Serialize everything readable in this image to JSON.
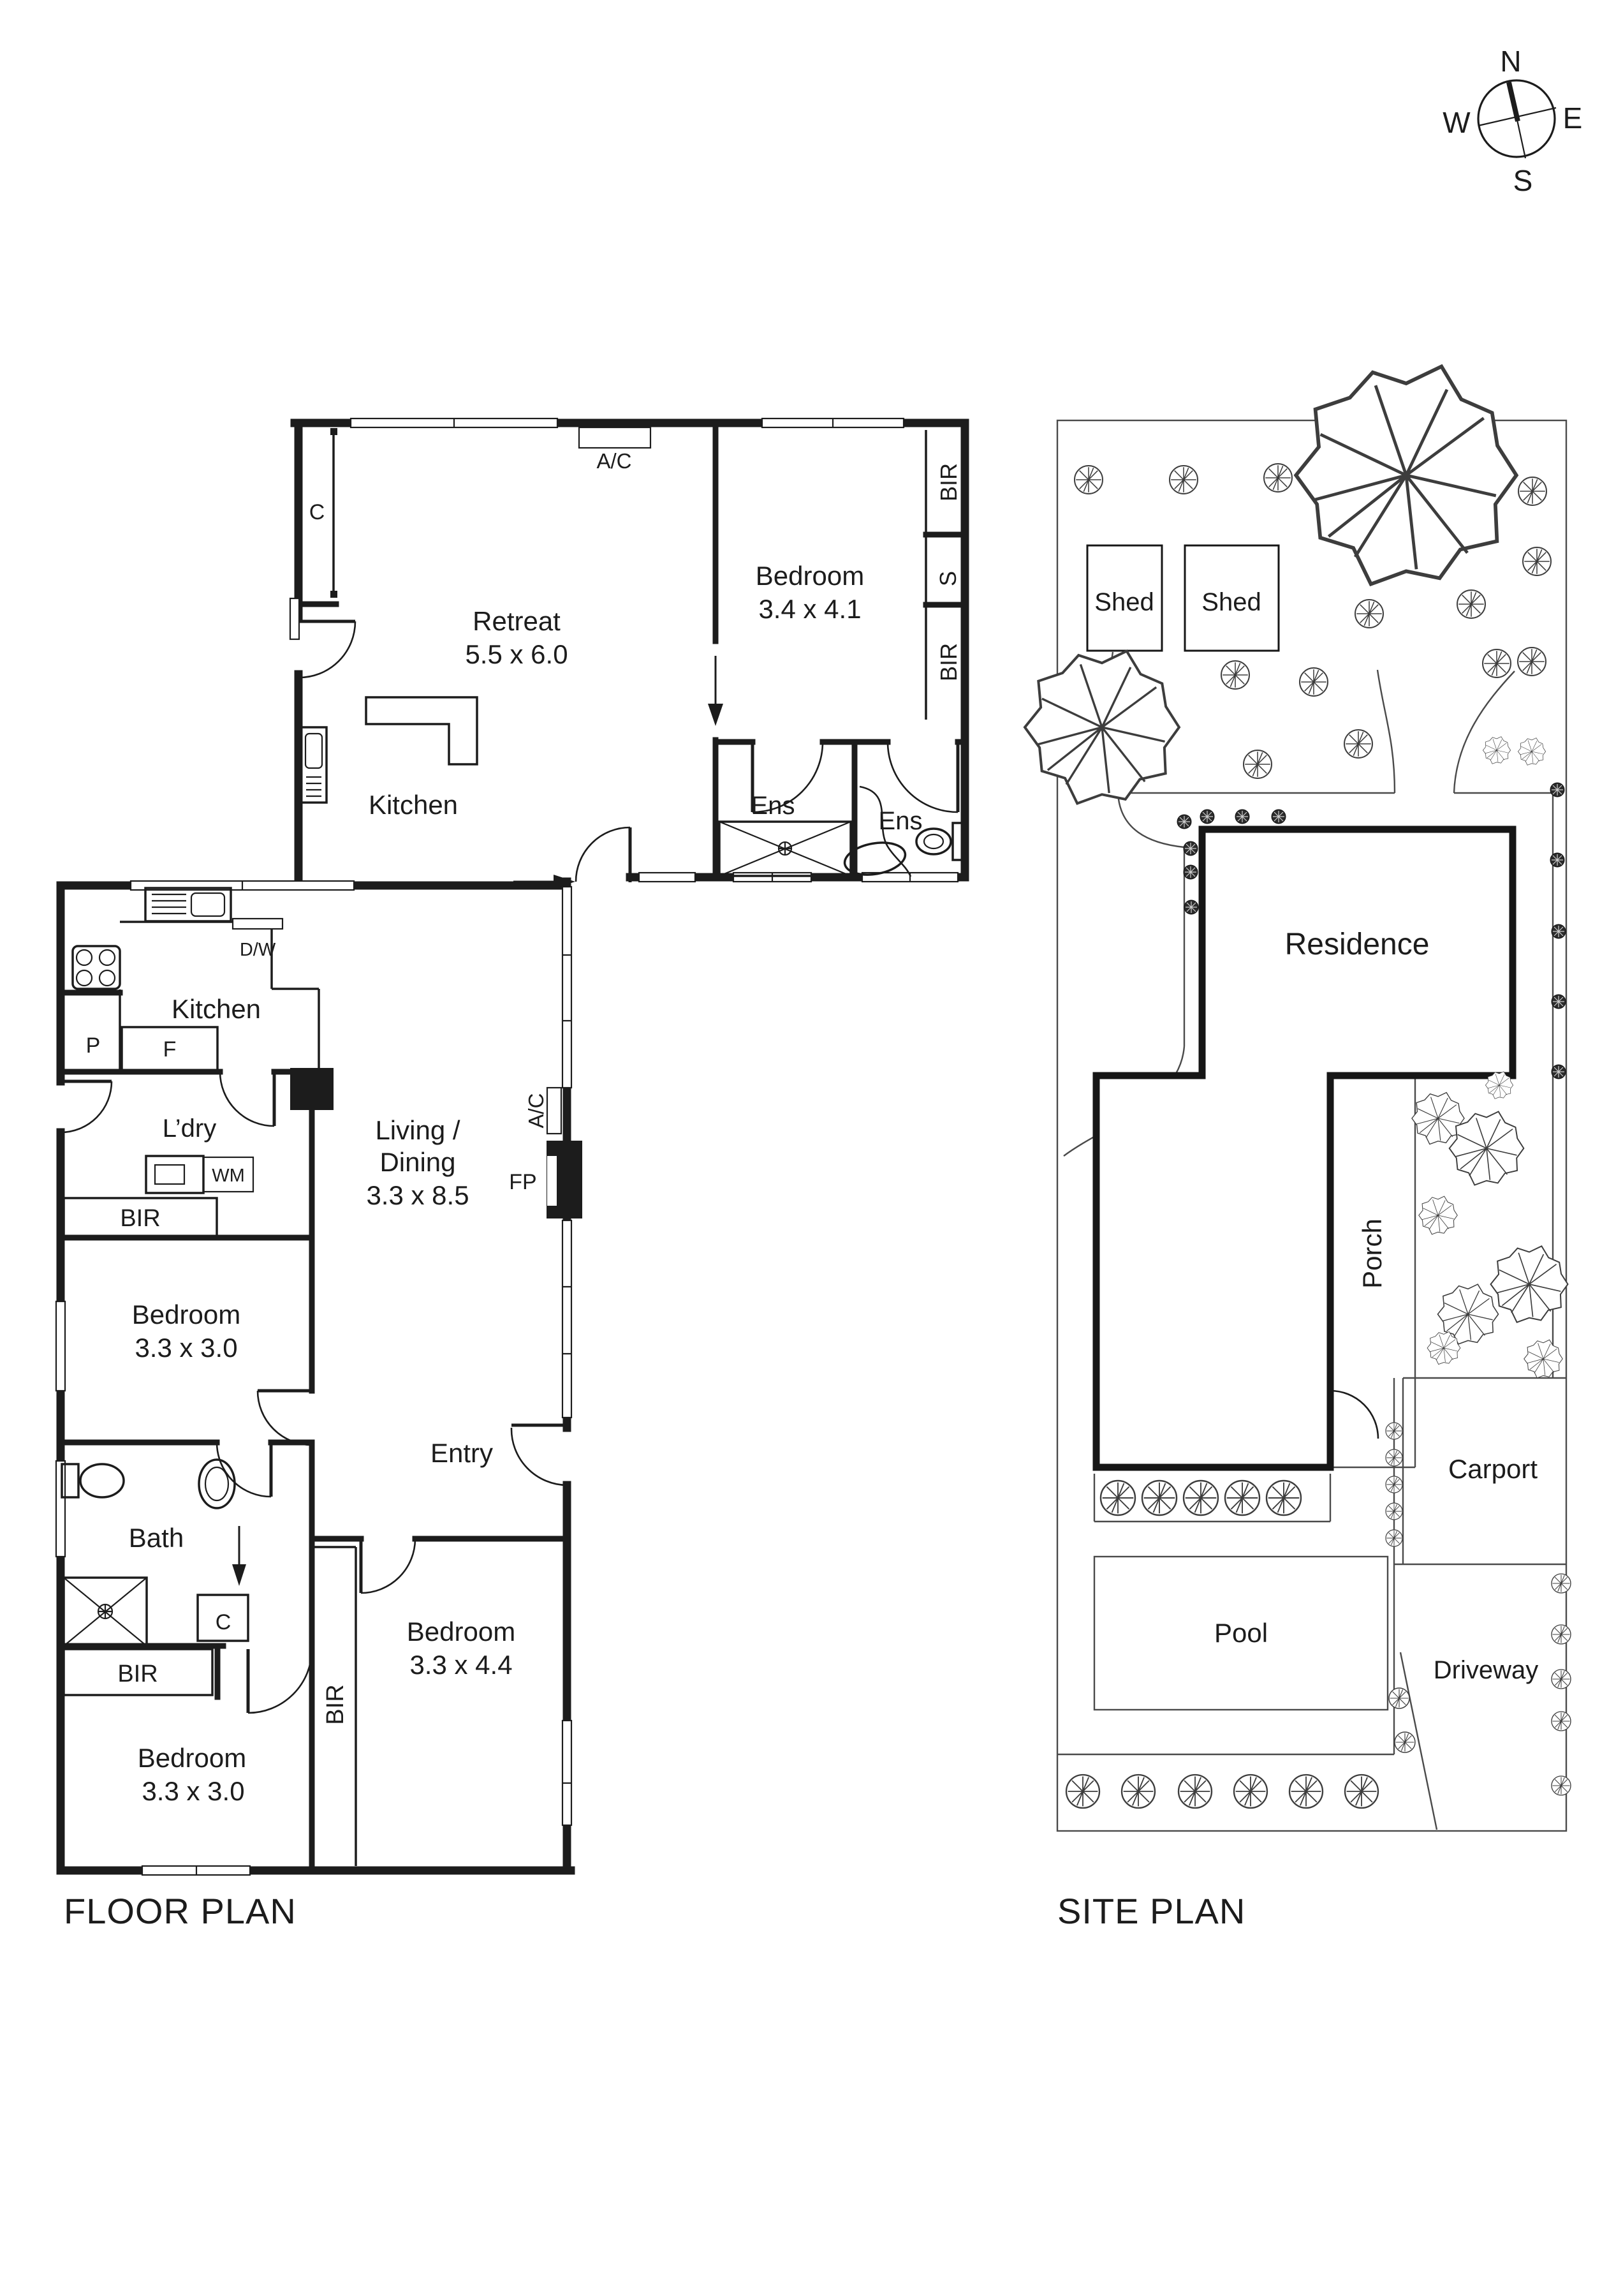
{
  "titles": {
    "floor_plan": "FLOOR PLAN",
    "site_plan": "SITE PLAN"
  },
  "compass": {
    "north": "N",
    "east": "E",
    "south": "S",
    "west": "W"
  },
  "floor_plan": {
    "rooms": {
      "retreat": {
        "name": "Retreat",
        "dims": "5.5 x 6.0"
      },
      "bedroom1": {
        "name": "Bedroom",
        "dims": "3.4 x 4.1"
      },
      "bedroom2": {
        "name": "Bedroom",
        "dims": "3.3 x 3.0"
      },
      "bedroom3": {
        "name": "Bedroom",
        "dims": "3.3 x 3.0"
      },
      "bedroom4": {
        "name": "Bedroom",
        "dims": "3.3 x 4.4"
      },
      "living": {
        "line1": "Living /",
        "line2": "Dining",
        "dims": "3.3 x 8.5"
      },
      "kitchen_upper": {
        "name": "Kitchen"
      },
      "kitchen_lower": {
        "name": "Kitchen"
      },
      "bath": {
        "name": "Bath"
      },
      "ldry": {
        "name": "L’dry"
      },
      "entry": {
        "name": "Entry"
      },
      "ens_left": {
        "name": "Ens"
      },
      "ens_right": {
        "name": "Ens"
      }
    },
    "fixtures": {
      "ac_top": "A/C",
      "ac_living": "A/C",
      "fireplace": "FP",
      "dishwasher": "D/W",
      "washing_machine": "WM",
      "fridge": "F",
      "pantry": "P",
      "storage": "S",
      "closet_upper": "C",
      "closet_bath": "C",
      "bir_upper_1": "BIR",
      "bir_upper_2": "BIR",
      "bir_ldry": "BIR",
      "bir_bath": "BIR",
      "bir_bed4": "BIR"
    }
  },
  "site_plan": {
    "labels": {
      "shed1": "Shed",
      "shed2": "Shed",
      "residence": "Residence",
      "porch": "Porch",
      "carport": "Carport",
      "pool": "Pool",
      "driveway": "Driveway"
    }
  },
  "icons": {
    "compass": "compass-rose-icon",
    "tree": "tree-icon",
    "bush": "bush-icon",
    "dark_bush": "hedge-dot-icon",
    "shower": "shower-icon",
    "toilet": "toilet-icon",
    "sink": "sink-icon",
    "stove": "stove-icon",
    "door": "door-swing-icon"
  }
}
